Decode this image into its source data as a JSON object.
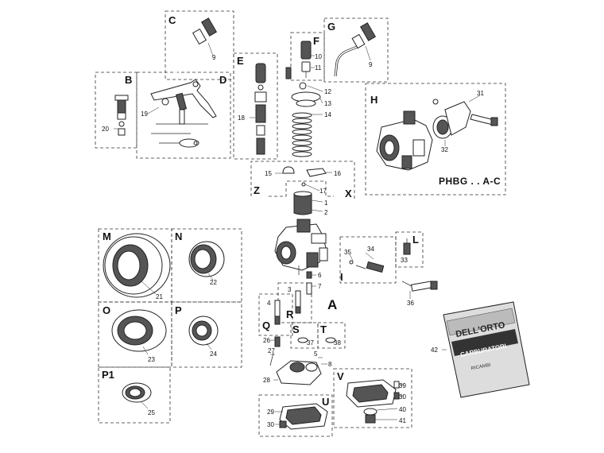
{
  "sections": [
    {
      "key": "B",
      "letter": "B"
    },
    {
      "key": "C",
      "letter": "C"
    },
    {
      "key": "D",
      "letter": "D"
    },
    {
      "key": "E",
      "letter": "E"
    },
    {
      "key": "F",
      "letter": "F"
    },
    {
      "key": "G",
      "letter": "G"
    },
    {
      "key": "H",
      "letter": "H"
    },
    {
      "key": "Z",
      "letter": "Z"
    },
    {
      "key": "X",
      "letter": "X"
    },
    {
      "key": "M",
      "letter": "M"
    },
    {
      "key": "N",
      "letter": "N"
    },
    {
      "key": "O",
      "letter": "O"
    },
    {
      "key": "P",
      "letter": "P"
    },
    {
      "key": "P1",
      "letter": "P1"
    },
    {
      "key": "I",
      "letter": "I"
    },
    {
      "key": "L",
      "letter": "L"
    },
    {
      "key": "R",
      "letter": "R"
    },
    {
      "key": "Q",
      "letter": "Q"
    },
    {
      "key": "S",
      "letter": "S"
    },
    {
      "key": "T",
      "letter": "T"
    },
    {
      "key": "V",
      "letter": "V"
    },
    {
      "key": "U",
      "letter": "U"
    }
  ],
  "main_assembly_letter": "A",
  "model_label": "PHBG . . A-C",
  "kit_package": {
    "brand": "DELL'ORTO",
    "band": "CARBURATORI",
    "subtext": "RICAMBI"
  },
  "part_numbers": {
    "n1": "1",
    "n2": "2",
    "n4": "4",
    "n5": "5",
    "n6": "6",
    "n7": "7",
    "n8": "8",
    "n9a": "9",
    "n9b": "9",
    "n10": "10",
    "n11": "11",
    "n12": "12",
    "n13": "13",
    "n14": "14",
    "n15": "15",
    "n16": "16",
    "n17": "17",
    "n18": "18",
    "n19": "19",
    "n20": "20",
    "n21": "21",
    "n22": "22",
    "n23": "23",
    "n24": "24",
    "n25": "25",
    "n26": "26",
    "n27": "27",
    "n28": "28",
    "n29": "29",
    "n30a": "30",
    "n30b": "30",
    "n31": "31",
    "n32": "32",
    "n33": "33",
    "n34": "34",
    "n35": "35",
    "n36": "36",
    "n37": "37",
    "n38": "38",
    "n39": "39",
    "n40": "40",
    "n41": "41",
    "n42": "42",
    "n3": "3"
  }
}
